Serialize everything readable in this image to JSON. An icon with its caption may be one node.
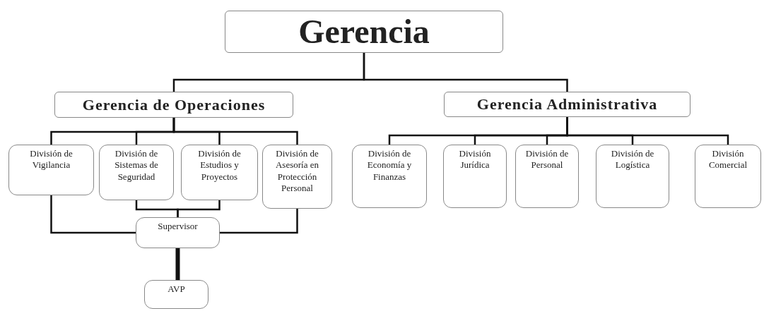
{
  "diagram": {
    "nodes": [
      {
        "text": [
          "Gerencia"
        ]
      },
      {
        "text": [
          "Gerencia de Operaciones"
        ]
      },
      {
        "text": [
          "Gerencia Administrativa"
        ]
      },
      {
        "text": [
          "División de Vigilancia"
        ]
      },
      {
        "text": [
          "División de Sistemas de Seguridad"
        ]
      },
      {
        "text": [
          "División de Estudios y Proyectos"
        ]
      },
      {
        "text": [
          "División de Asesoría en Protección Personal"
        ]
      },
      {
        "text": [
          "División de Economía y Finanzas"
        ]
      },
      {
        "text": [
          "División Jurídica"
        ]
      },
      {
        "text": [
          "División de Personal"
        ]
      },
      {
        "text": [
          "División de Logística"
        ]
      },
      {
        "text": [
          "División Comercial"
        ]
      },
      {
        "text": [
          "Supervisor"
        ]
      },
      {
        "text": [
          "AVP"
        ]
      }
    ],
    "edges": [
      {
        "from": 0,
        "to": 1,
        "arrow": "none"
      },
      {
        "from": 0,
        "to": 2,
        "arrow": "none"
      },
      {
        "from": 1,
        "to": 3,
        "arrow": "none"
      },
      {
        "from": 1,
        "to": 4,
        "arrow": "none"
      },
      {
        "from": 1,
        "to": 5,
        "arrow": "none"
      },
      {
        "from": 1,
        "to": 6,
        "arrow": "none"
      },
      {
        "from": 2,
        "to": 7,
        "arrow": "none"
      },
      {
        "from": 2,
        "to": 8,
        "arrow": "none"
      },
      {
        "from": 2,
        "to": 9,
        "arrow": "none"
      },
      {
        "from": 2,
        "to": 10,
        "arrow": "none"
      },
      {
        "from": 2,
        "to": 11,
        "arrow": "none"
      },
      {
        "from": 3,
        "to": 12,
        "arrow": "none"
      },
      {
        "from": 4,
        "to": 12,
        "arrow": "none"
      },
      {
        "from": 5,
        "to": 12,
        "arrow": "none"
      },
      {
        "from": 6,
        "to": 12,
        "arrow": "none"
      },
      {
        "from": 12,
        "to": 13,
        "arrow": "none",
        "style": "thick"
      }
    ]
  }
}
